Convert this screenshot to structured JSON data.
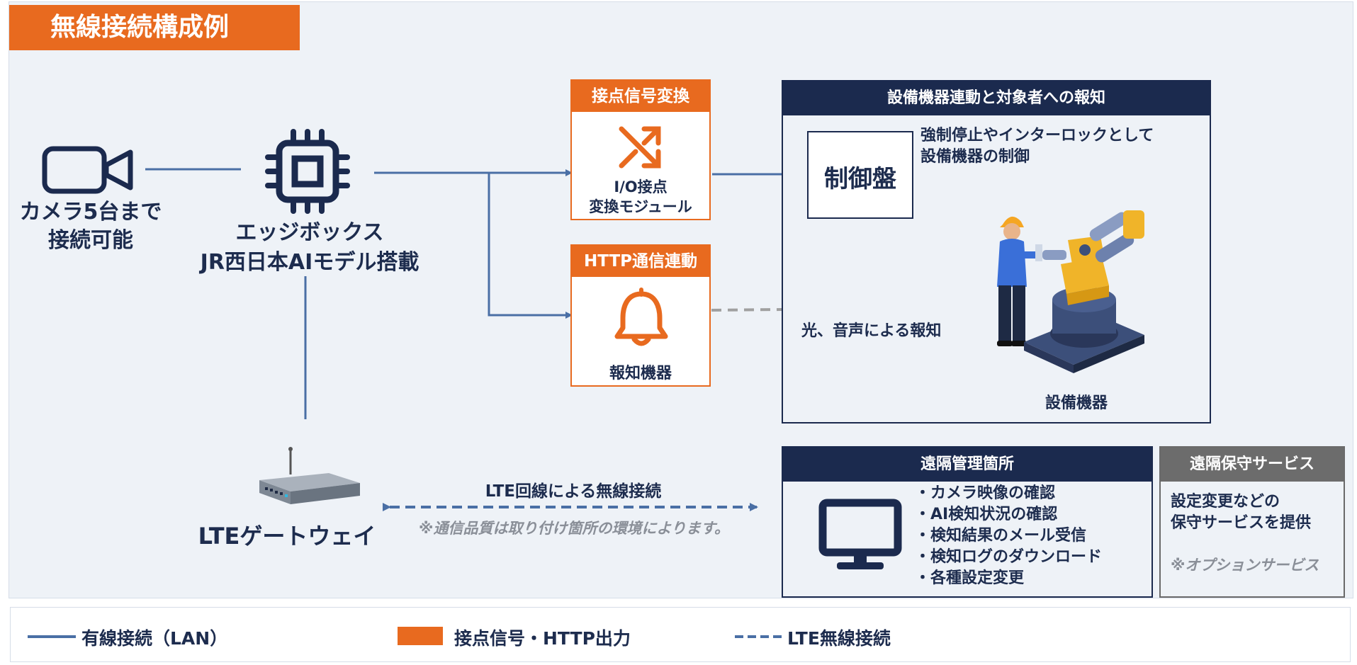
{
  "title": "無線接続構成例",
  "camera": {
    "label_line1": "カメラ5台まで",
    "label_line2": "接続可能",
    "icon": "video-camera-icon"
  },
  "edge_box": {
    "label_line1": "エッジボックス",
    "label_line2": "JR西日本AIモデル搭載",
    "icon": "chip-icon"
  },
  "contact_module": {
    "header": "接点信号変換",
    "line1": "I/O接点",
    "line2": "変換モジュール",
    "icon": "shuffle-arrows-icon"
  },
  "http_module": {
    "header": "HTTP通信連動",
    "label": "報知機器",
    "icon": "bell-icon"
  },
  "equipment_section": {
    "header": "設備機器連動と対象者への報知",
    "control_panel": "制御盤",
    "control_note_line1": "強制停止やインターロックとして",
    "control_note_line2": "設備機器の制御",
    "notify_note": "光、音声による報知",
    "equipment_label": "設備機器"
  },
  "lte_gateway": {
    "label": "LTEゲートウェイ",
    "icon": "router-icon"
  },
  "lte_link": {
    "label": "LTE回線による無線接続",
    "note": "※通信品質は取り付け箇所の環境によります。"
  },
  "remote_management": {
    "header": "遠隔管理箇所",
    "icon": "monitor-icon",
    "items": [
      "・カメラ映像の確認",
      "・AI検知状況の確認",
      "・検知結果のメール受信",
      "・検知ログのダウンロード",
      "・各種設定変更"
    ]
  },
  "remote_maintenance": {
    "header": "遠隔保守サービス",
    "line1": "設定変更などの",
    "line2": "保守サービスを提供",
    "option_note": "※オプションサービス"
  },
  "legend": {
    "wired": "有線接続（LAN）",
    "output": "接点信号・HTTP出力",
    "lte": "LTE無線接続"
  },
  "colors": {
    "orange": "#e86a1f",
    "navy": "#1b2a4e",
    "line_blue": "#4a6fa5",
    "gray_dash": "#a0a0a0"
  }
}
